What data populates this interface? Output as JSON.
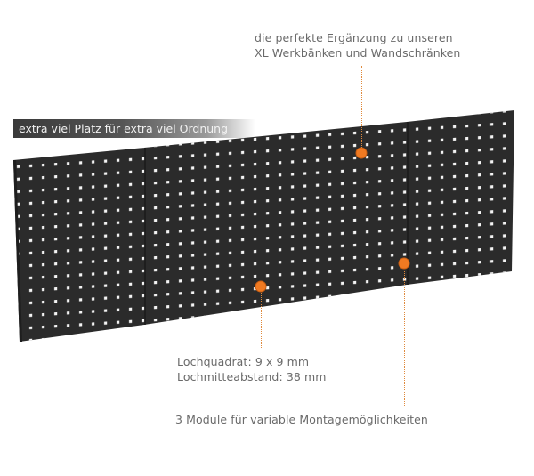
{
  "banner": {
    "text": "extra viel Platz für extra viel Ordnung"
  },
  "callouts": {
    "top": {
      "line1": "die perfekte Ergänzung zu unseren",
      "line2": "XL Werkbänken und Wandschränken"
    },
    "hole": {
      "line1": "Lochquadrat: 9 x 9 mm",
      "line2": "Lochmitteabstand: 38 mm"
    },
    "modules": {
      "line1": "3 Module für variable Montagemöglichkeiten"
    }
  },
  "colors": {
    "panel": "#2b2b2b",
    "accent": "#f07a22",
    "text": "#6a6a6a",
    "hole": "#ffffff"
  },
  "product": {
    "modules": 3,
    "hole_size_mm": "9 x 9",
    "hole_spacing_mm": 38
  }
}
